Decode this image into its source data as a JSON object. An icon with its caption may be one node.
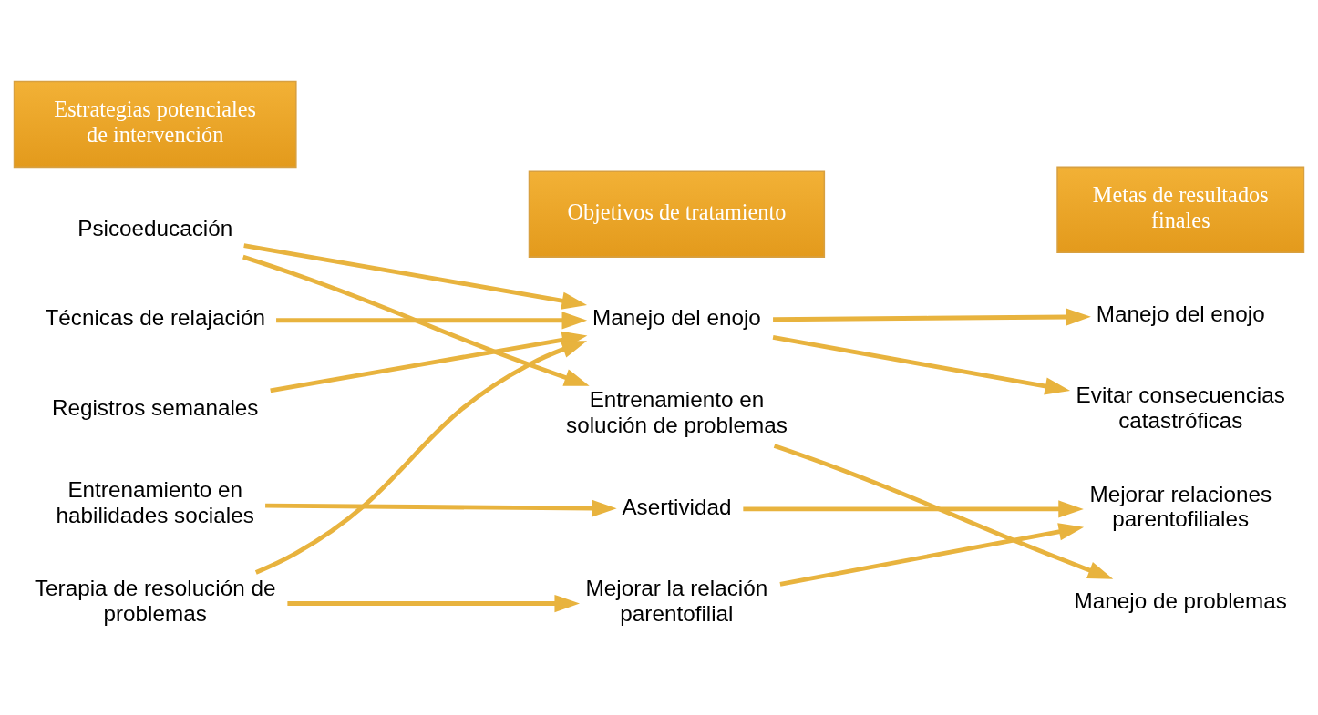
{
  "diagram": {
    "nodes": [
      {
        "text": [
          "Estrategias potenciales de intervención"
        ]
      },
      {
        "text": [
          "Objetivos de tratamiento"
        ]
      },
      {
        "text": [
          "Metas de resultados finales"
        ]
      },
      {
        "text": [
          "Psicoeducación"
        ]
      },
      {
        "text": [
          "Técnicas de relajación"
        ]
      },
      {
        "text": [
          "Registros semanales"
        ]
      },
      {
        "text": [
          "Entrenamiento en habilidades sociales"
        ]
      },
      {
        "text": [
          "Terapia de resolución de problemas"
        ]
      },
      {
        "text": [
          "Manejo del enojo"
        ]
      },
      {
        "text": [
          "Entrenamiento en solución de problemas"
        ]
      },
      {
        "text": [
          "Asertividad"
        ]
      },
      {
        "text": [
          "Mejorar la relación parentofilial"
        ]
      },
      {
        "text": [
          "Manejo del enojo"
        ]
      },
      {
        "text": [
          "Evitar consecuencias catastróficas"
        ]
      },
      {
        "text": [
          "Mejorar relaciones parentofiliales"
        ]
      },
      {
        "text": [
          "Manejo de problemas"
        ]
      }
    ],
    "edges": [
      {
        "from": 3,
        "to": 8,
        "arrow": "to"
      },
      {
        "from": 3,
        "to": 9,
        "arrow": "to"
      },
      {
        "from": 4,
        "to": 8,
        "arrow": "to"
      },
      {
        "from": 5,
        "to": 8,
        "arrow": "to"
      },
      {
        "from": 6,
        "to": 10,
        "arrow": "to"
      },
      {
        "from": 7,
        "to": 8,
        "arrow": "to"
      },
      {
        "from": 7,
        "to": 11,
        "arrow": "to"
      },
      {
        "from": 8,
        "to": 12,
        "arrow": "to"
      },
      {
        "from": 8,
        "to": 13,
        "arrow": "to"
      },
      {
        "from": 9,
        "to": 15,
        "arrow": "to"
      },
      {
        "from": 10,
        "to": 14,
        "arrow": "to"
      },
      {
        "from": 11,
        "to": 14,
        "arrow": "to"
      }
    ]
  }
}
